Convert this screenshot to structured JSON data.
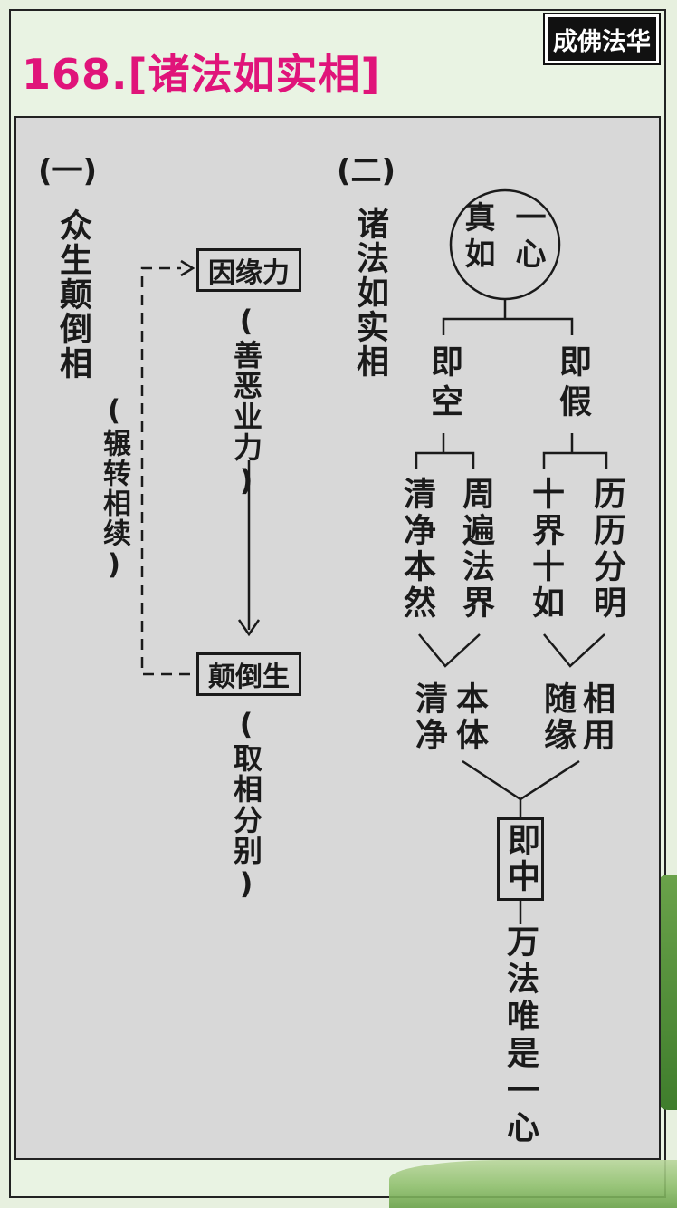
{
  "title": "168.[诸法如实相]",
  "brand": "成佛法华",
  "section1": {
    "marker": "(一)",
    "heading": "众生颠倒相",
    "node_top": "因缘力",
    "node_top_note": "(善恶业力)",
    "node_bottom": "颠倒生",
    "node_bottom_note": "(取相分别)",
    "loop_note": "(辗转相续)"
  },
  "section2": {
    "marker": "(二)",
    "heading": "诸法如实相",
    "circle": {
      "col1": "真如",
      "col2": "一心"
    },
    "branch_left": "即空",
    "branch_right": "即假",
    "left_a": "清净本然",
    "left_b": "周遍法界",
    "right_a": "十界十如",
    "right_b": "历历分明",
    "merge_left_a": "清净",
    "merge_left_b": "本体",
    "merge_right_a": "随缘",
    "merge_right_b": "相用",
    "center_box": "即中",
    "final": "万法唯是一心"
  }
}
